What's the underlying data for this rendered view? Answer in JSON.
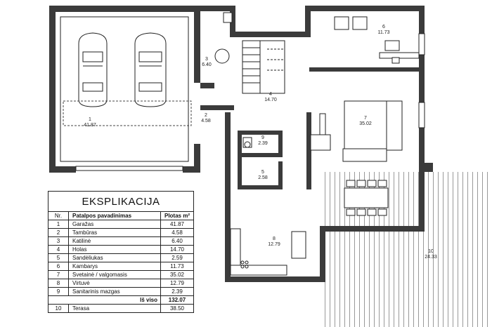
{
  "legend": {
    "title": "EKSPLIKACIJA",
    "head": {
      "nr": "Nr.",
      "name": "Patalpos pavadinimas",
      "area": "Plotas m²"
    },
    "rows": [
      {
        "nr": "1",
        "name": "Garažas",
        "area": "41.87"
      },
      {
        "nr": "2",
        "name": "Tambūras",
        "area": "4.58"
      },
      {
        "nr": "3",
        "name": "Katilinė",
        "area": "6.40"
      },
      {
        "nr": "4",
        "name": "Holas",
        "area": "14.70"
      },
      {
        "nr": "5",
        "name": "Sandėliukas",
        "area": "2.59"
      },
      {
        "nr": "6",
        "name": "Kambarys",
        "area": "11.73"
      },
      {
        "nr": "7",
        "name": "Svetainė / valgomasis",
        "area": "35.02"
      },
      {
        "nr": "8",
        "name": "Virtuvė",
        "area": "12.79"
      },
      {
        "nr": "9",
        "name": "Sanitarinis mazgas",
        "area": "2.39"
      }
    ],
    "total": {
      "label": "Iš viso",
      "area": "132.07"
    },
    "terrace": {
      "nr": "10",
      "name": "Terasa",
      "area": "38.50"
    }
  },
  "rooms": [
    {
      "nr": "1",
      "area": "41.87"
    },
    {
      "nr": "2",
      "area": "4.58"
    },
    {
      "nr": "3",
      "area": "6.40"
    },
    {
      "nr": "4",
      "area": "14.70"
    },
    {
      "nr": "5",
      "area": "2.58"
    },
    {
      "nr": "6",
      "area": "11.73"
    },
    {
      "nr": "7",
      "area": "35.02"
    },
    {
      "nr": "8",
      "area": "12.79"
    },
    {
      "nr": "9",
      "area": "2.39"
    },
    {
      "nr": "10",
      "area": "24.33"
    }
  ]
}
